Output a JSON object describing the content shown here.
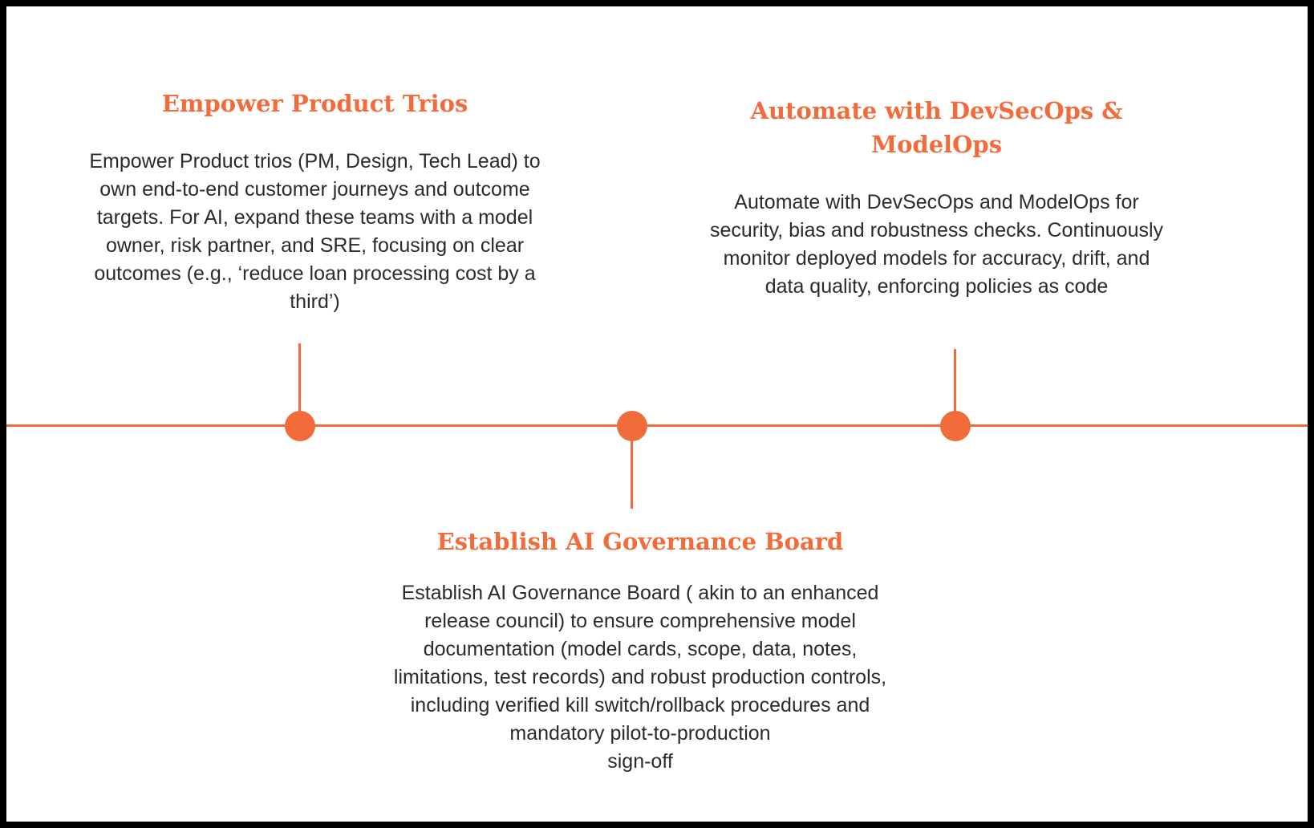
{
  "theme": {
    "accent_orange": "#f26b3a",
    "text_dark": "#2b2b2b",
    "border_black": "#000000",
    "background": "#ffffff"
  },
  "timeline": {
    "type": "horizontal-milestone-timeline",
    "axis": "full-width horizontal line with 3 node dots",
    "milestones": [
      {
        "node": 1,
        "label_position": "above",
        "title": "Empower Product Trios",
        "description": "Empower Product trios (PM, Design, Tech Lead) to\nown end-to-end customer journeys and outcome\ntargets. For AI, expand these teams with a model\nowner, risk partner, and SRE, focusing on clear\noutcomes (e.g., ‘reduce loan processing cost by a\nthird’)"
      },
      {
        "node": 2,
        "label_position": "below",
        "title": "Establish AI Governance Board",
        "description": "Establish AI Governance Board ( akin to an enhanced\nrelease council) to ensure comprehensive model\ndocumentation (model cards, scope, data, notes,\nlimitations, test records) and robust production controls,\nincluding verified kill switch/rollback procedures and\nmandatory pilot-to-production\nsign-off"
      },
      {
        "node": 3,
        "label_position": "above",
        "title": "Automate with DevSecOps & ModelOps",
        "description": "Automate with DevSecOps and ModelOps for\nsecurity, bias and robustness checks. Continuously\nmonitor deployed models for accuracy, drift, and\ndata quality, enforcing policies as code"
      }
    ]
  }
}
